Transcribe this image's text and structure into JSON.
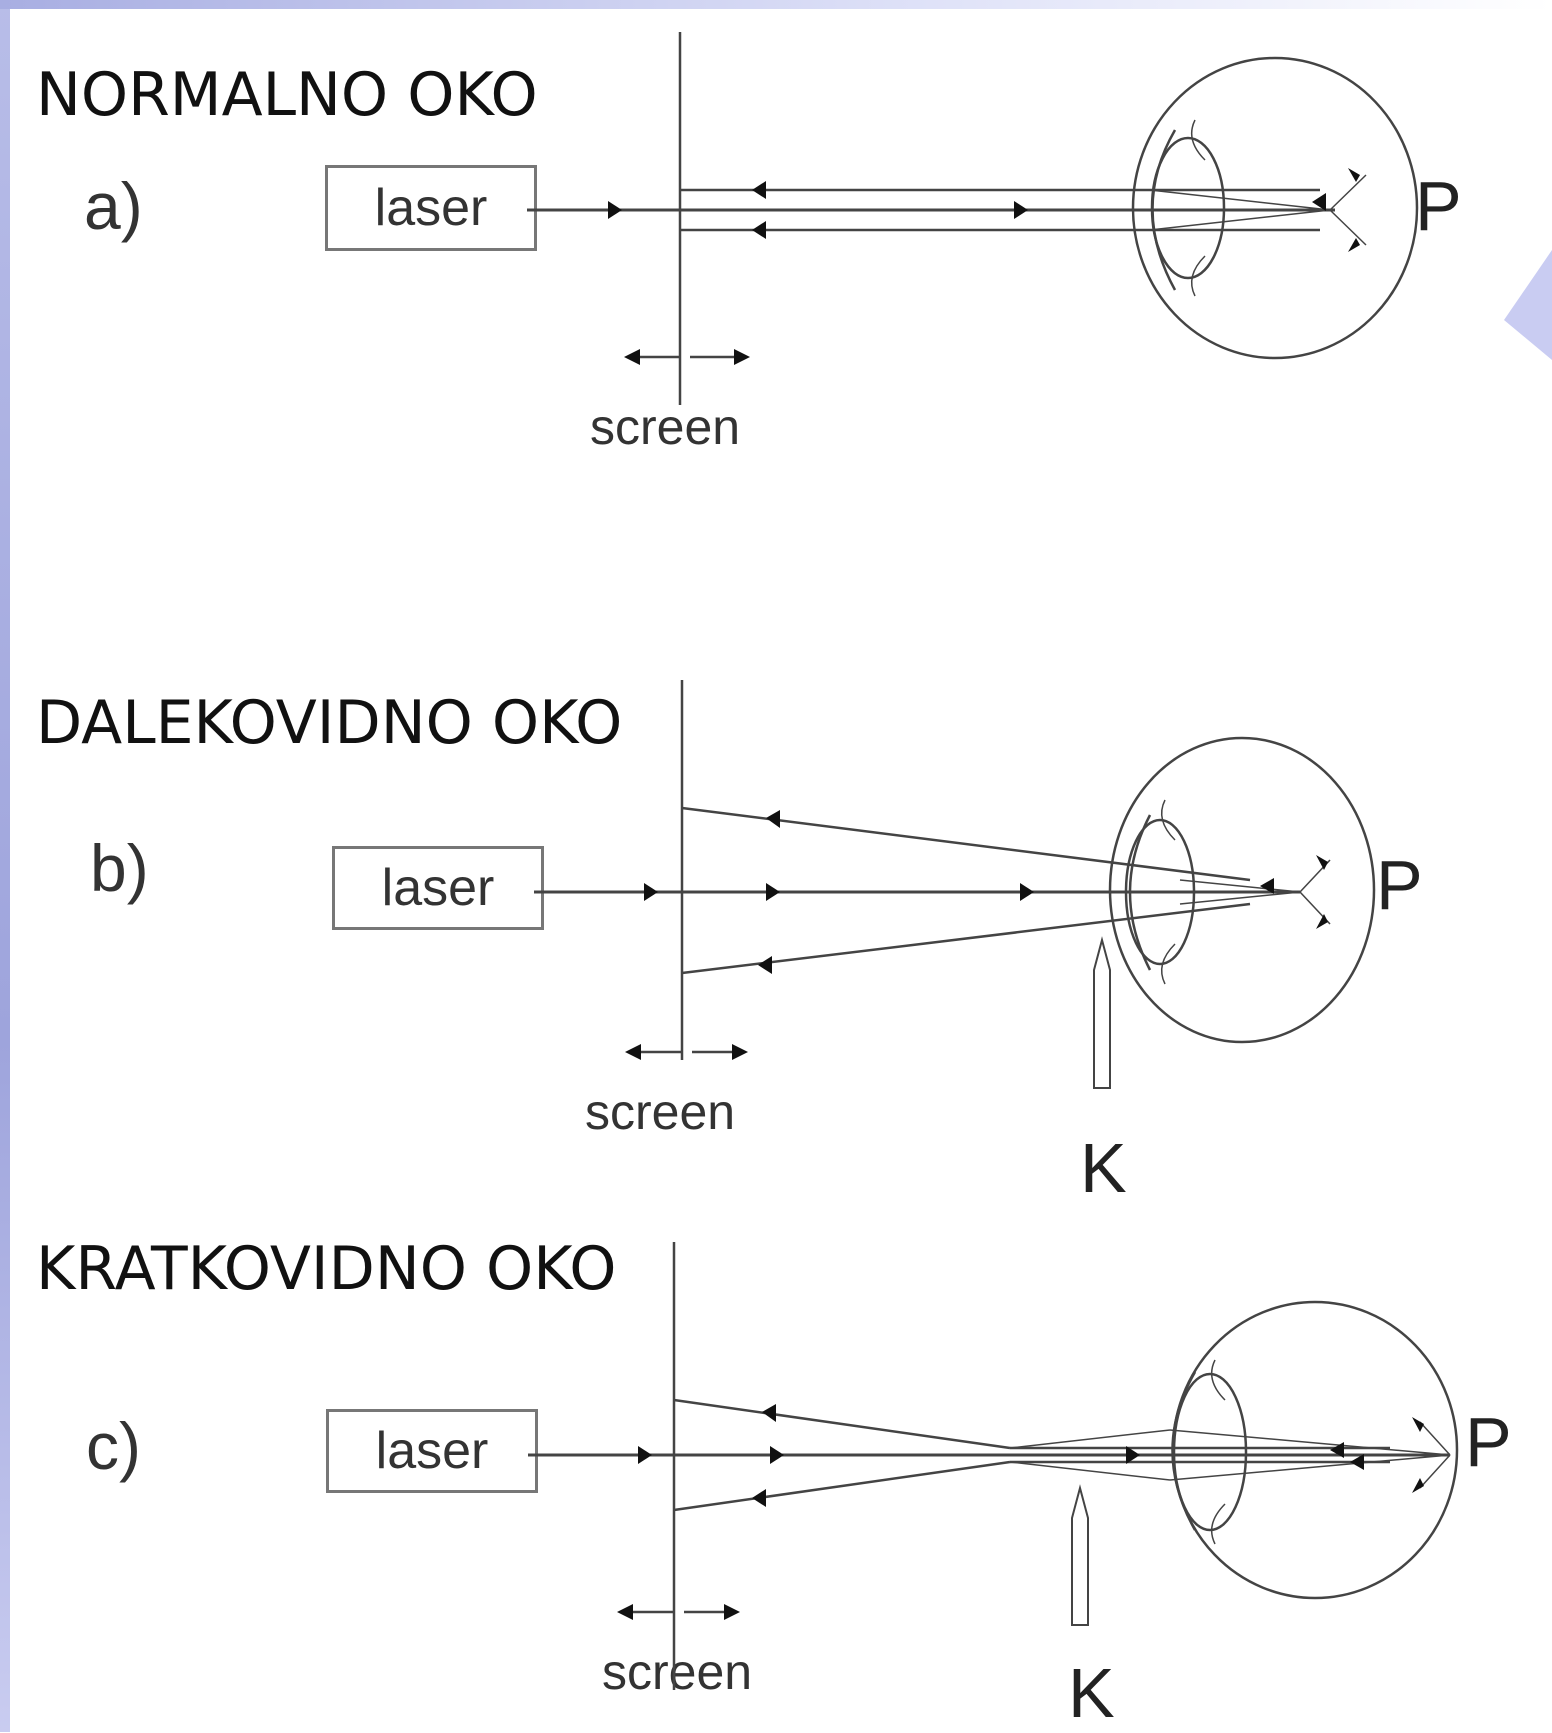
{
  "panels": [
    {
      "heading": "NORMALNO OKO",
      "sub": "a)",
      "laser": "laser",
      "screen": "screen",
      "P": "P"
    },
    {
      "heading": "DALEKOVIDNO OKO",
      "sub": "b)",
      "laser": "laser",
      "screen": "screen",
      "P": "P",
      "K": "K"
    },
    {
      "heading": "KRATKOVIDNO OKO",
      "sub": "c)",
      "laser": "laser",
      "screen": "screen",
      "P": "P",
      "K": "K"
    }
  ]
}
